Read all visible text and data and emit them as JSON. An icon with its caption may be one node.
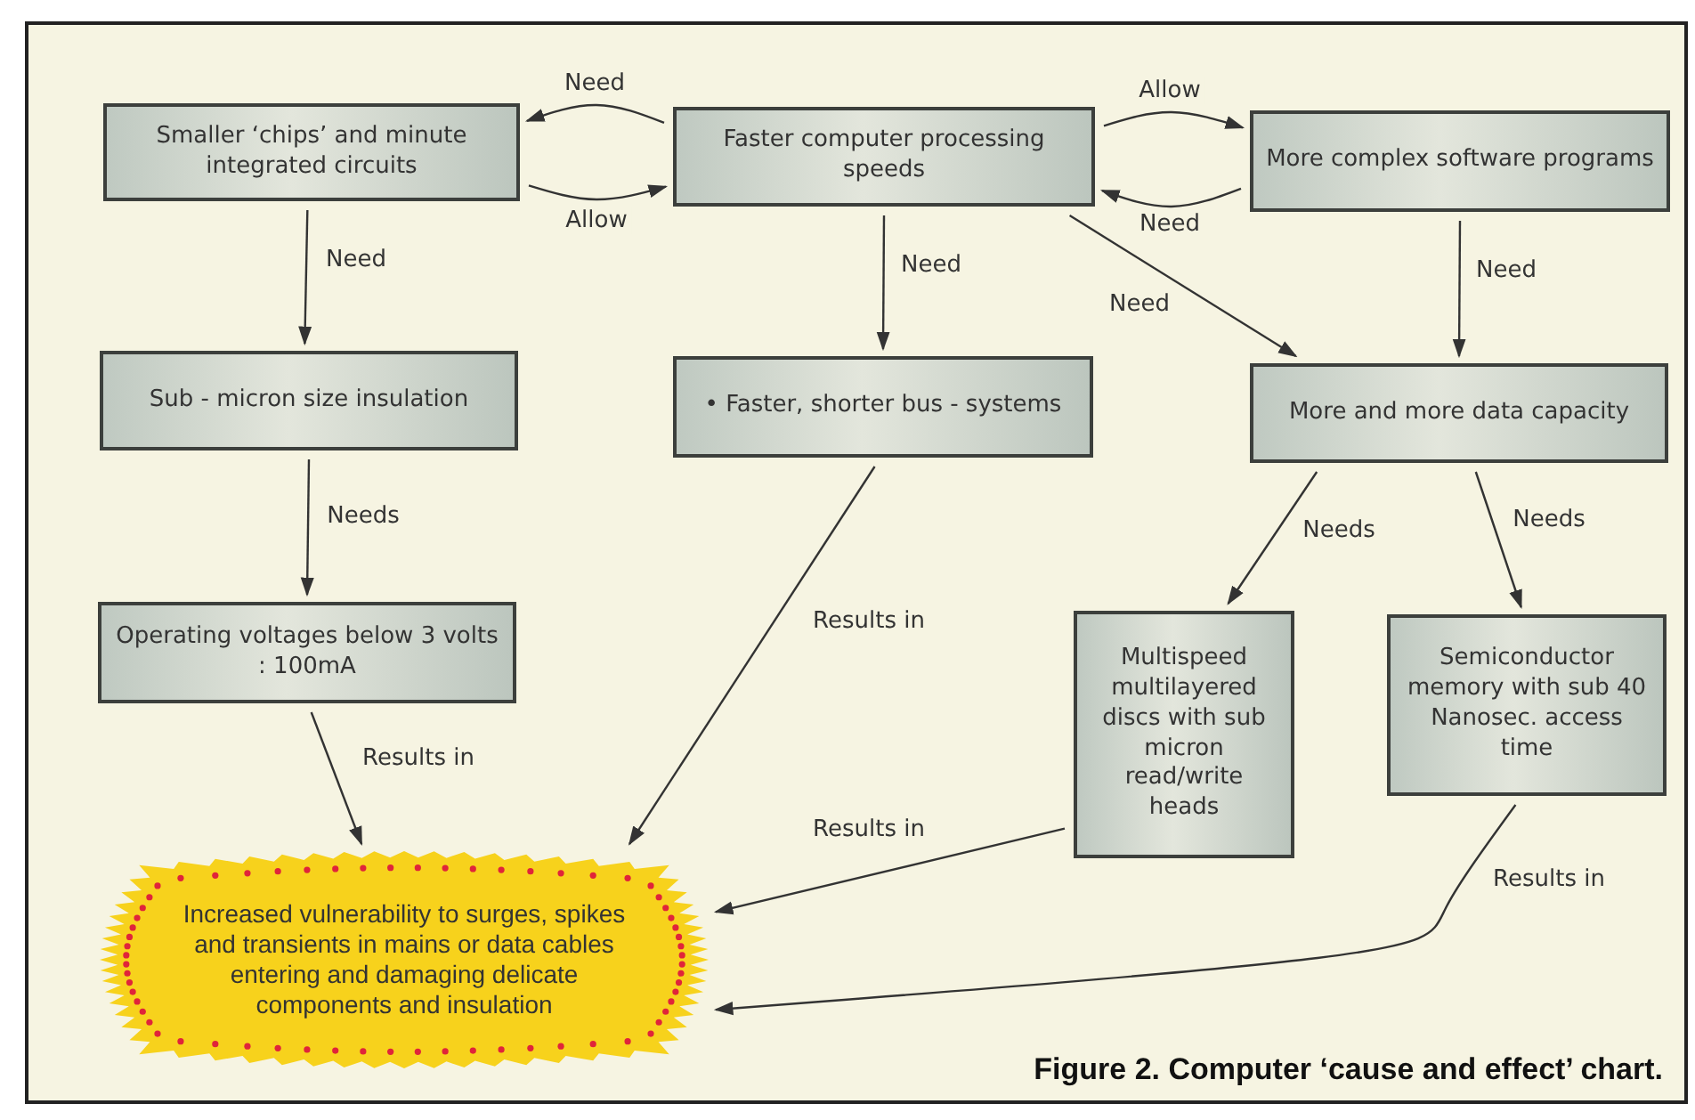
{
  "diagram": {
    "caption": "Figure 2. Computer ‘cause and effect’ chart.",
    "nodes": [
      {
        "text": [
          "Smaller ‘chips’ and minute integrated circuits"
        ]
      },
      {
        "text": [
          "Faster computer processing speeds"
        ]
      },
      {
        "text": [
          "More complex software programs"
        ]
      },
      {
        "text": [
          "Sub - micron size insulation"
        ]
      },
      {
        "text": [
          "• Faster, shorter bus - systems"
        ]
      },
      {
        "text": [
          "More and more data capacity"
        ]
      },
      {
        "text": [
          "Operating voltages below 3 volts : 100mA"
        ]
      },
      {
        "text": [
          "Multispeed multilayered discs with sub micron read/write heads"
        ]
      },
      {
        "text": [
          "Semiconductor memory with sub 40 Nanosec. access time"
        ]
      },
      {
        "text": [
          "Increased vulnerability to surges, spikes and transients in mains or data cables entering and damaging delicate components and insulation"
        ]
      }
    ],
    "edges": [
      {
        "from": 1,
        "to": 0,
        "arrow": "to",
        "label": "Need"
      },
      {
        "from": 0,
        "to": 1,
        "arrow": "to",
        "label": "Allow"
      },
      {
        "from": 1,
        "to": 2,
        "arrow": "to",
        "label": "Allow"
      },
      {
        "from": 2,
        "to": 1,
        "arrow": "to",
        "label": "Need"
      },
      {
        "from": 0,
        "to": 3,
        "arrow": "to",
        "label": "Need"
      },
      {
        "from": 1,
        "to": 4,
        "arrow": "to",
        "label": "Need"
      },
      {
        "from": 1,
        "to": 5,
        "arrow": "to",
        "label": "Need"
      },
      {
        "from": 2,
        "to": 5,
        "arrow": "to",
        "label": "Need"
      },
      {
        "from": 3,
        "to": 6,
        "arrow": "to",
        "label": "Needs"
      },
      {
        "from": 5,
        "to": 7,
        "arrow": "to",
        "label": "Needs"
      },
      {
        "from": 5,
        "to": 8,
        "arrow": "to",
        "label": "Needs"
      },
      {
        "from": 6,
        "to": 9,
        "arrow": "to",
        "label": "Results in"
      },
      {
        "from": 4,
        "to": 9,
        "arrow": "to",
        "label": "Results in"
      },
      {
        "from": 7,
        "to": 9,
        "arrow": "to",
        "label": "Results in"
      },
      {
        "from": 8,
        "to": 9,
        "arrow": "to",
        "label": "Results in"
      }
    ]
  }
}
